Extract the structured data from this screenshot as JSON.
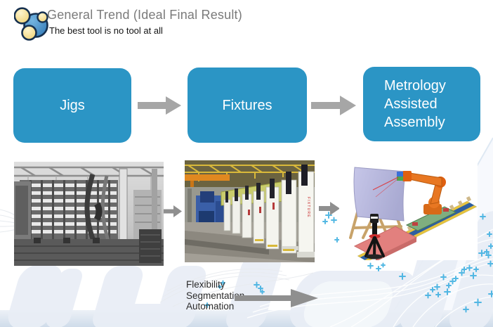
{
  "slide": {
    "title": "General Trend (Ideal Final Result)",
    "subtitle": "The best tool is no tool at all"
  },
  "flow": {
    "steps": [
      {
        "label": "Jigs"
      },
      {
        "label": "Fixtures"
      },
      {
        "label": "Metrology Assisted Assembly"
      }
    ]
  },
  "images": {
    "fixtures": {
      "tower_label": "FIXTURE"
    }
  },
  "bottom": {
    "lines": [
      "Flexibility",
      "Segmentation",
      "Automation"
    ]
  },
  "colors": {
    "accent_blue": "#2b95c5",
    "flow_arrow_gray": "#a6a6a6",
    "big_arrow_gray": "#8f8f8f",
    "title_gray": "#7a7a7a",
    "plus_blue": "#41b1e1",
    "watermark_blue": "#e9eef6",
    "bottom_band_blue": "#cfdcea",
    "logo_blue": "#3f86c4",
    "logo_yellow": "#f3dd8e"
  }
}
